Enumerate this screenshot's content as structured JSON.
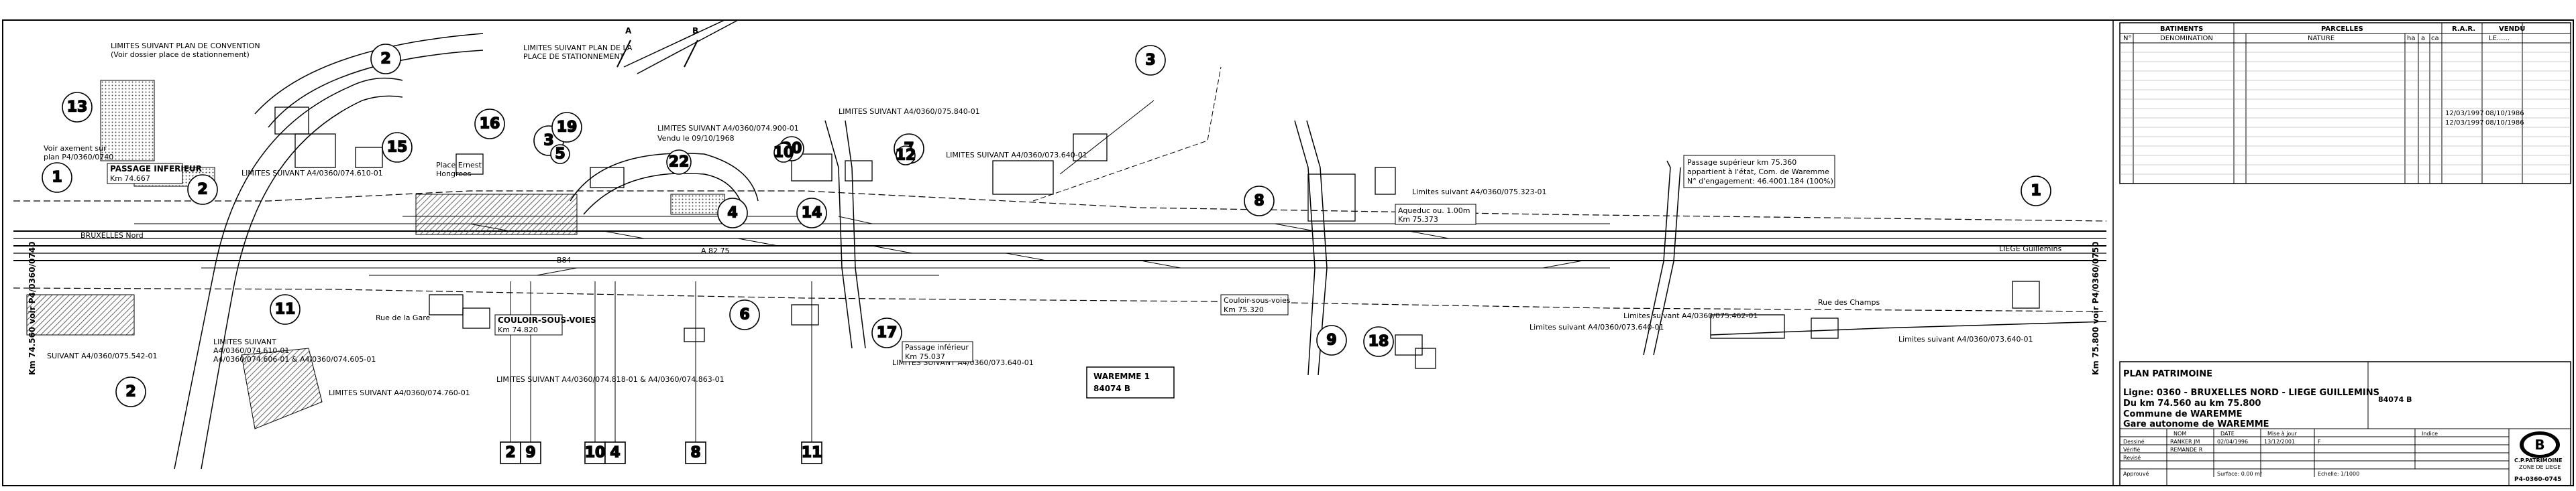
{
  "colors": {
    "ink": "#000000",
    "paper": "#ffffff",
    "hatch": "#555555"
  },
  "notes": {
    "limites_plan_conv": "LIMITES SUIVANT PLAN DE CONVENTION",
    "voir_dossier": "(Voir dossier place de stationnement)",
    "limites_plan_place": "LIMITES SUIVANT PLAN DE LA",
    "place_stationnement": "PLACE DE STATIONNEMENT",
    "limite_900": "LIMITES SUIVANT A4/0360/074.900-01",
    "vendu": "Vendu le 09/10/1968",
    "limite_840": "LIMITES SUIVANT A4/0360/075.840-01",
    "limite_640a": "LIMITES SUIVANT A4/0360/073.640-01",
    "limite_610": "LIMITES SUIVANT A4/0360/074.610-01",
    "limite_323": "Limites suivant A4/0360/075.323-01",
    "limite_462": "Limites suivant A4/0360/075.462-01",
    "limite_640b": "Limites suivant A4/0360/073.640-01",
    "limite_640c": "Limites suivant A4/0360/073.640-01",
    "suivant_542": "SUIVANT A4/0360/075.542-01",
    "limites_4": "LIMITES SUIVANT",
    "limites_4b": "A4/0360/074.610-01",
    "limites_4c": "A4/0360/074.606-01 & A4/0360/074.605-01",
    "limite_760": "LIMITES SUIVANT A4/0360/074.760-01",
    "limite_818": "LIMITES SUIVANT A4/0360/074.818-01 & A4/0360/074.863-01",
    "limite_640d": "LIMITES SUIVANT A4/0360/073.640-01",
    "voir_axe": "Voir axement sur",
    "voir_axe2": "plan P4/0360/0740",
    "passage_inf": "PASSAGE INFERIEUR",
    "passage_inf_km": "Km 74.667",
    "place_ernest": "Place Ernest",
    "place_ernest2": "Hongrees",
    "bruxelles_nord": "BRUXELLES Nord",
    "liege_guill": "LIEGE Guillemins",
    "passage_sup": "Passage supérieur km 75.360",
    "passage_sup2": "appartient à l'état, Com. de Waremme",
    "passage_sup3": "N° d'engagement: 46.4001.184 (100%)",
    "aqueduc": "Aqueduc ou. 1.00m",
    "aqueduc2": "Km 75.373",
    "couloir": "COULOIR-SOUS-VOIES",
    "couloir2": "Km 74.820",
    "passage_int": "Passage inférieur",
    "passage_int2": "Km 75.037",
    "couloir3": "Couloir-sous-voies",
    "couloir4": "Km 75.320",
    "rue_champs": "Rue des Champs",
    "rue_gare": "Rue de la Gare",
    "waremme1": "WAREMME 1",
    "waremme2": "84074 B",
    "km_left": "Km 74.560 voir P4/0360/0740",
    "km_right": "Km 75.800 voir P4/0360/0750",
    "arrow_a": "A",
    "arrow_b": "B",
    "track_label1": "A 82  75",
    "track_label2": "B84"
  },
  "circles": [
    "1",
    "2",
    "13",
    "2",
    "15",
    "16",
    "3",
    "19",
    "22",
    "20",
    "10",
    "4",
    "14",
    "7",
    "3",
    "8",
    "6",
    "11",
    "2",
    "17",
    "9",
    "18",
    "5",
    "12",
    "1"
  ],
  "boxes": [
    "2",
    "9",
    "10",
    "4",
    "8",
    "11"
  ],
  "title_block": {
    "section_bat": "BATIMENTS",
    "section_parc": "PARCELLES",
    "section_rar": "R.A.R.",
    "section_vente": "VENDU",
    "col_no": "N°",
    "col_denom": "DENOMINATION",
    "col_nature": "NATURE",
    "col_ha": "ha",
    "col_a": "a",
    "col_ca": "ca",
    "col_le": "LE......",
    "date1": "12/03/1997",
    "date2": "08/10/1986",
    "date3": "12/03/1997",
    "date4": "08/10/1986",
    "plan_patrimoine": "PLAN PATRIMOINE",
    "ligne": "Ligne: 0360 - BRUXELLES NORD - LIEGE GUILLEMINS",
    "du_km": "Du km 74.560 au km 75.800",
    "commune": "Commune de WAREMME",
    "gare": "Gare autonome de WAREMME",
    "code": "84074 B",
    "nom": "NOM",
    "date": "DATE",
    "mise": "Mise à jour",
    "indice": "Indice",
    "dessine": "Dessiné",
    "dessine_nom": "RANKER JM",
    "dessine_date": "02/04/1996",
    "mise_date": "13/12/2001",
    "ind": "F",
    "verifie": "Vérifié",
    "verifie_nom": "REMANDE R",
    "revise": "Revisé",
    "approuve": "Approuvé",
    "surface": "Surface: 0.00 m²",
    "echelle": "Echelle: 1/1000",
    "org": "C.P.PATRIMOINE",
    "org2": "ZONE DE LIEGE",
    "ref": "P4-0360-0745",
    "logo": "B"
  }
}
